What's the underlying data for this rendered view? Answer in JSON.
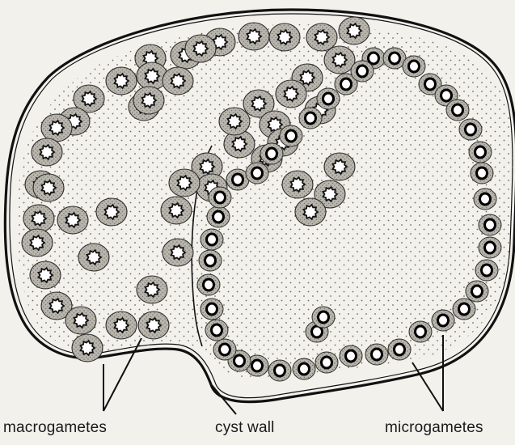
{
  "labels": {
    "macrogametes": "macrogametes",
    "cyst_wall": "cyst wall",
    "microgametes": "microgametes"
  },
  "colors": {
    "ink": "#111111",
    "paper": "#f3f1ec",
    "cell_fill": "#b9b6ae",
    "stipple": "#6d6a64"
  }
}
